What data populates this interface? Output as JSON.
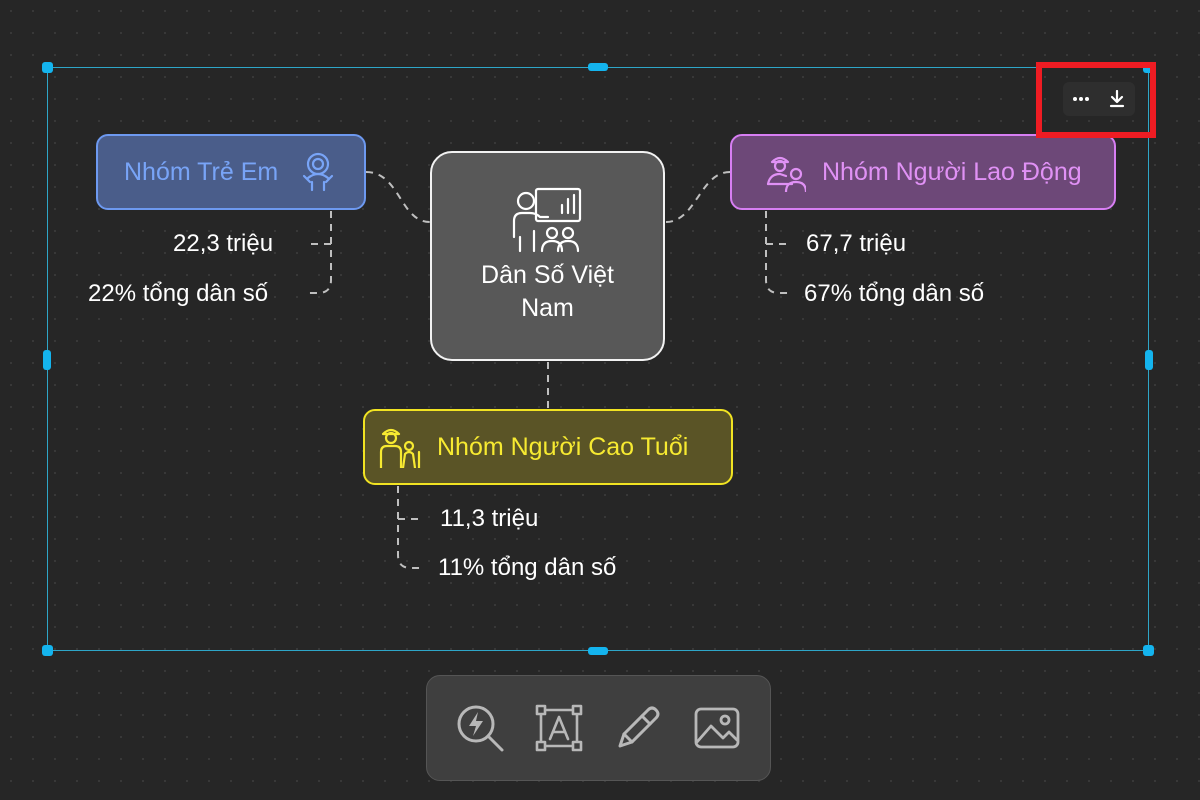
{
  "diagram": {
    "center": {
      "label": "Dân Số Việt Nam",
      "icon": "presentation-audience-icon"
    },
    "groups": [
      {
        "id": "children",
        "label": "Nhóm Trẻ Em",
        "icon": "child-icon",
        "color": "#6d99f0",
        "stats": [
          "22,3 triệu",
          "22% tổng dân số"
        ]
      },
      {
        "id": "workers",
        "label": "Nhóm Người Lao Động",
        "icon": "worker-icon",
        "color": "#d77ef3",
        "stats": [
          "67,7 triệu",
          "67% tổng dân số"
        ]
      },
      {
        "id": "elderly",
        "label": "Nhóm Người Cao Tuổi",
        "icon": "elderly-family-icon",
        "color": "#f1e322",
        "stats": [
          "11,3 triệu",
          "11% tổng dân số"
        ]
      }
    ]
  },
  "top_toolbar": {
    "items": [
      {
        "icon": "more-horizontal-icon"
      },
      {
        "icon": "download-icon"
      }
    ]
  },
  "bottom_toolbar": {
    "tools": [
      {
        "icon": "ai-zoom-lightning-icon"
      },
      {
        "icon": "text-box-icon"
      },
      {
        "icon": "pen-icon"
      },
      {
        "icon": "image-icon"
      }
    ]
  },
  "colors": {
    "background": "#262626",
    "selection": "#2ea6c8",
    "handles": "#14b4ee",
    "highlight": "#ee1c23"
  }
}
